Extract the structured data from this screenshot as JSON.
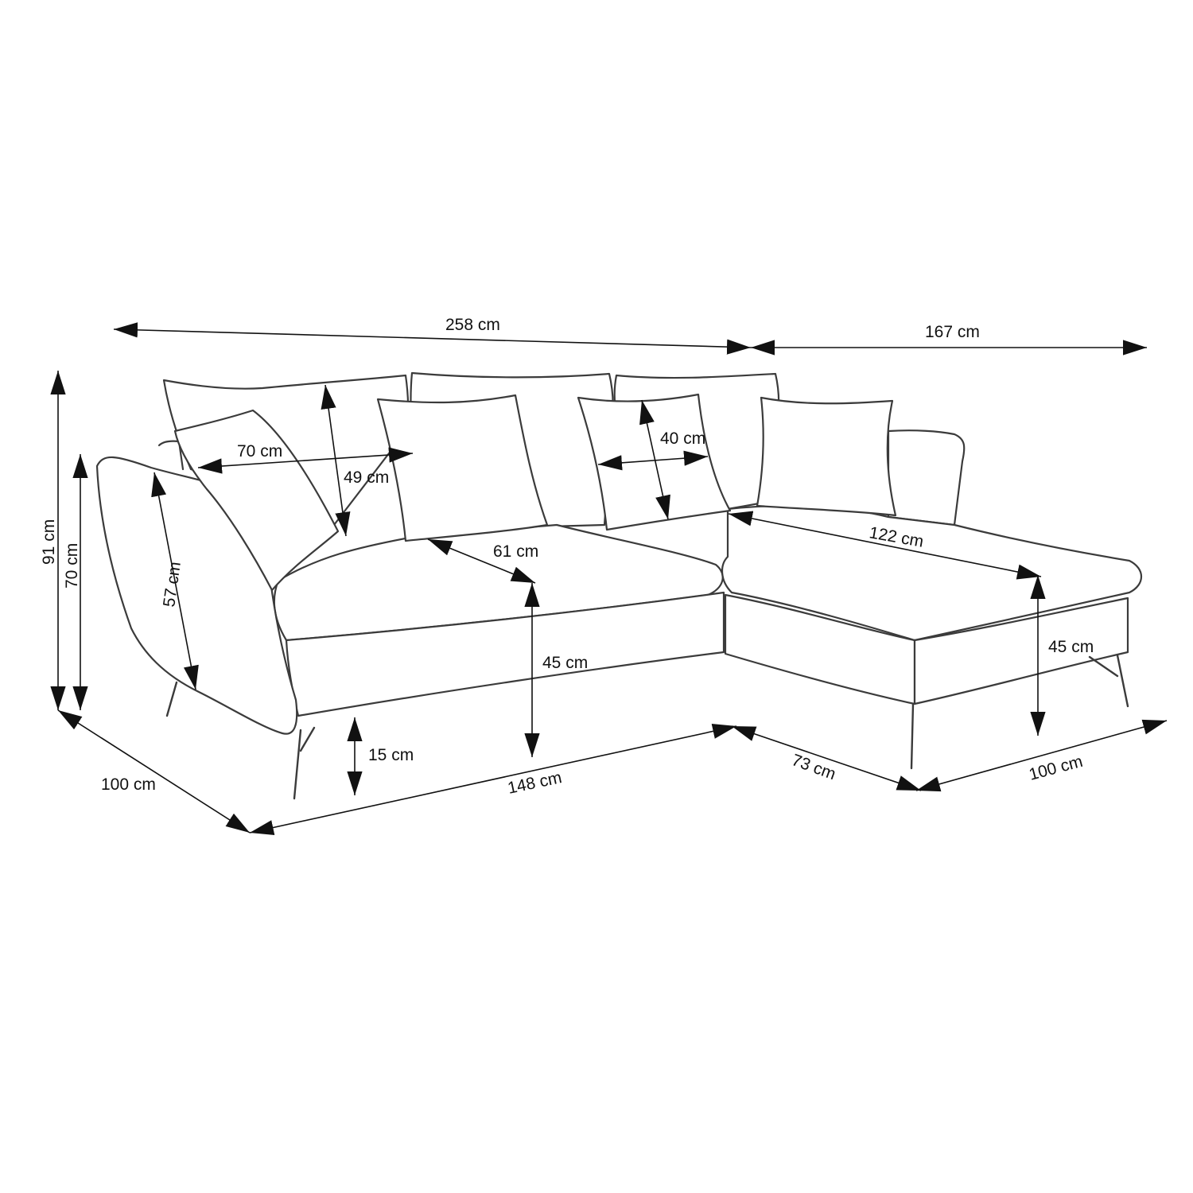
{
  "colors": {
    "line": "#3b3b3b",
    "dimension": "#111111",
    "background": "#ffffff"
  },
  "dimensions": {
    "total_width": "258 cm",
    "chaise_width": "167 cm",
    "total_height": "91 cm",
    "armrest_height": "70 cm",
    "armrest_depth": "57 cm",
    "left_pillow_width": "70 cm",
    "left_pillow_height": "49 cm",
    "small_pillow_size": "40 cm",
    "seat_depth": "61 cm",
    "chaise_length": "122 cm",
    "seat_height_main": "45 cm",
    "seat_height_chaise": "45 cm",
    "leg_height": "15 cm",
    "front_width": "148 cm",
    "left_depth": "100 cm",
    "chaise_front": "73 cm",
    "chaise_depth": "100 cm"
  }
}
